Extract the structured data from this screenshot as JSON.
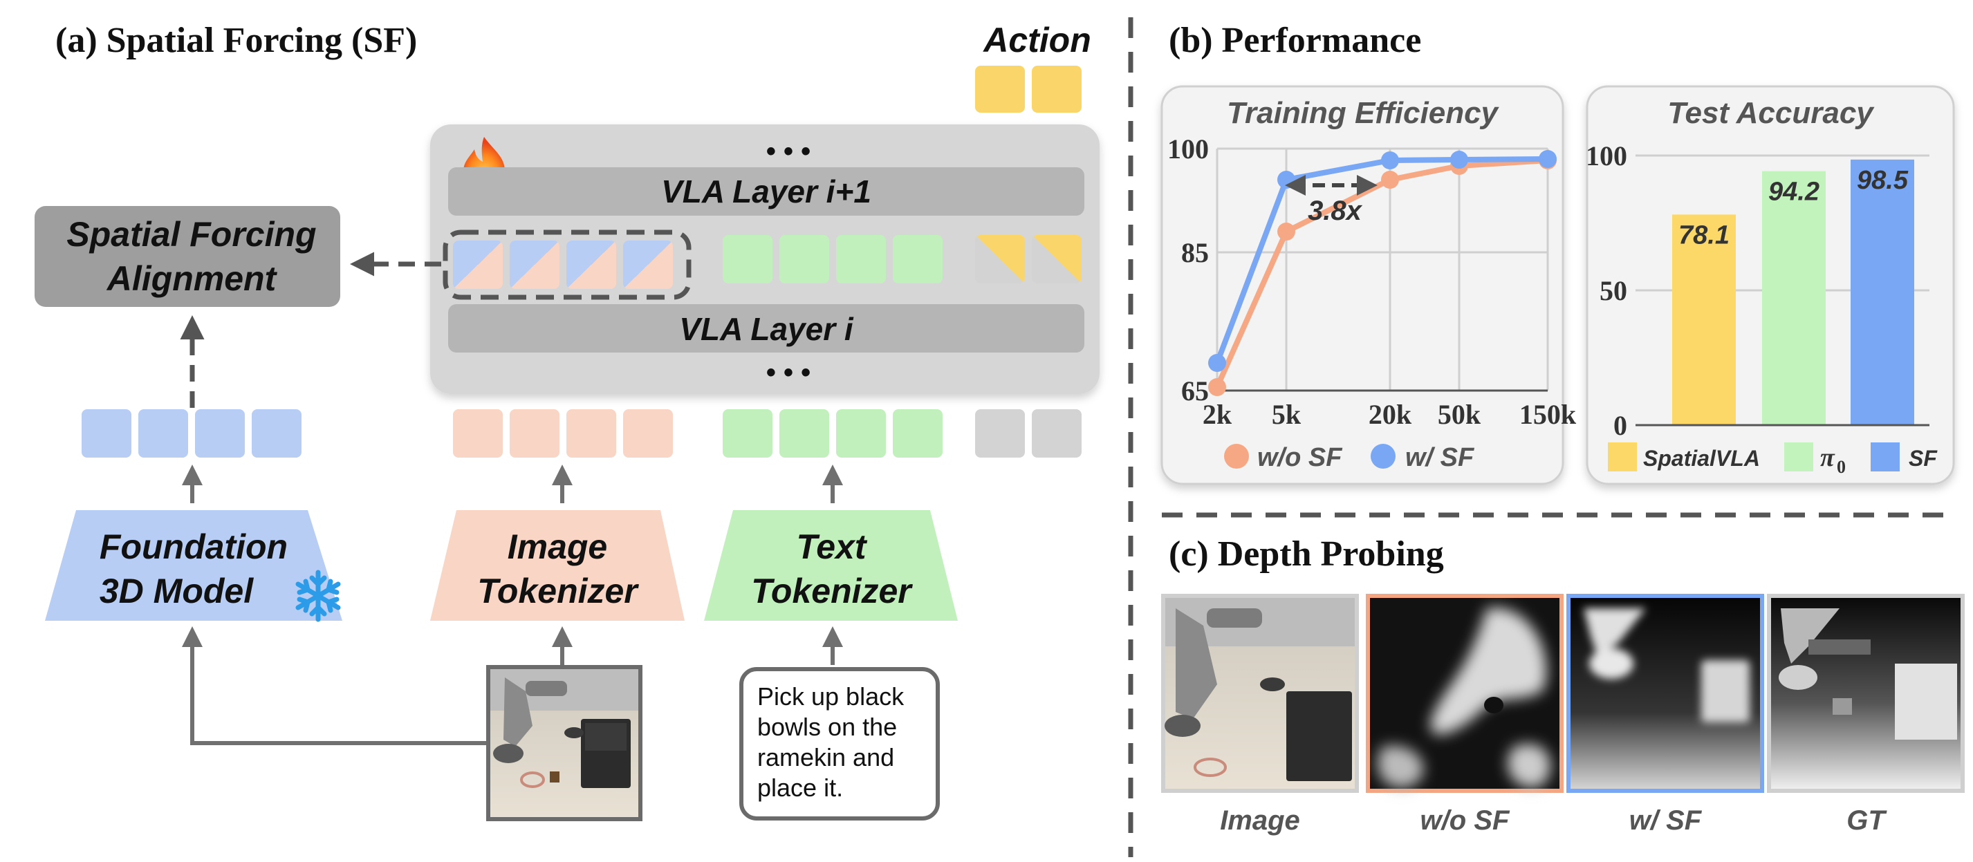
{
  "panel_a": {
    "title": "(a) Spatial Forcing (SF)",
    "action_label": "Action",
    "ellipsis_top": "• • •",
    "ellipsis_bottom": "• • •",
    "vla_layer_upper": "VLA Layer i+1",
    "vla_layer_lower": "VLA Layer i",
    "alignment_line1": "Spatial Forcing",
    "alignment_line2": "Alignment",
    "foundation_line1": "Foundation",
    "foundation_line2": "3D Model",
    "image_tok_line1": "Image",
    "image_tok_line2": "Tokenizer",
    "text_tok_line1": "Text",
    "text_tok_line2": "Tokenizer",
    "instruction_lines": [
      "Pick up black",
      "bowls on the",
      "ramekin and",
      "place it."
    ],
    "fire_icon": "fire-icon",
    "snowflake_icon": "snowflake-icon",
    "colors": {
      "blue_token": "#b7cdf4",
      "peach_token": "#f8d5c4",
      "green_token": "#c2f0bd",
      "gray_token": "#d3d3d3",
      "yellow_token": "#fad66a",
      "layer_bg": "#d6d6d6",
      "layer_bar": "#b5b5b5",
      "alignment_box": "#9e9e9e"
    }
  },
  "panel_b": {
    "title": "(b) Performance",
    "legend": {
      "wo_sf": "w/o SF",
      "w_sf": "w/ SF",
      "spatialvla": "SpatialVLA",
      "pi0": "π",
      "pi0_sub": "0",
      "sf": "SF"
    },
    "annotation": "3.8x",
    "colors": {
      "wo_sf": "#f6a884",
      "w_sf": "#79a7f3",
      "spatialvla": "#fbd867",
      "pi0": "#c2f3bd",
      "sf": "#79a7f3"
    }
  },
  "panel_c": {
    "title": "(c) Depth Probing",
    "captions": [
      "Image",
      "w/o SF",
      "w/ SF",
      "GT"
    ]
  },
  "chart_data": [
    {
      "type": "line",
      "title": "Training Efficiency",
      "x": [
        "2k",
        "5k",
        "20k",
        "50k",
        "150k"
      ],
      "yticks": [
        65,
        85,
        100
      ],
      "ylim": [
        65,
        100
      ],
      "series": [
        {
          "name": "w/o SF",
          "values": [
            65.5,
            88,
            95.5,
            97.5,
            98.3
          ]
        },
        {
          "name": "w/ SF",
          "values": [
            69,
            95.5,
            98.3,
            98.4,
            98.5
          ]
        }
      ],
      "legend": "bottom"
    },
    {
      "type": "bar",
      "title": "Test Accuracy",
      "categories": [
        "SpatialVLA",
        "π0",
        "SF"
      ],
      "values": [
        78.1,
        94.2,
        98.5
      ],
      "value_labels": [
        "78.1",
        "94.2",
        "98.5"
      ],
      "yticks": [
        0,
        50,
        100
      ],
      "ylim": [
        0,
        100
      ],
      "legend": "bottom"
    }
  ]
}
